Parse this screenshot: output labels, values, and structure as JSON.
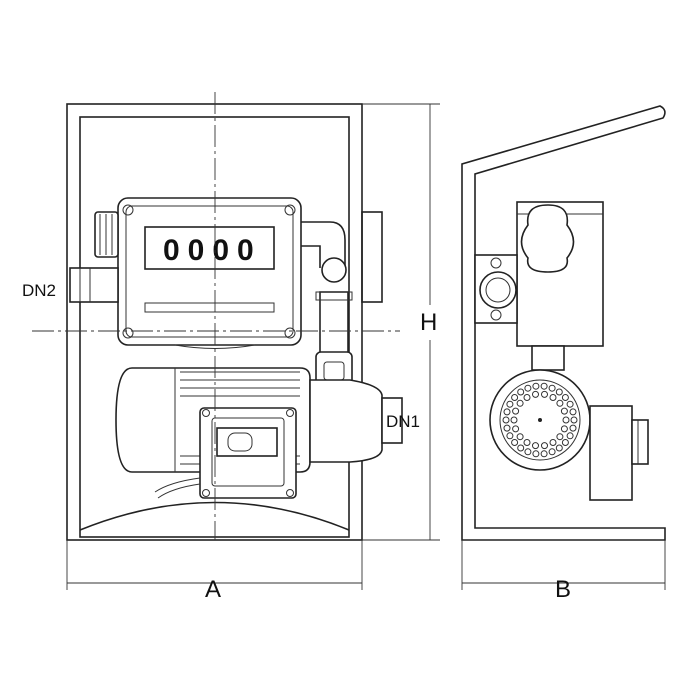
{
  "labels": {
    "width_front": "A",
    "width_side": "B",
    "height": "H",
    "inlet": "DN1",
    "outlet": "DN2"
  },
  "meter": {
    "reading": "0000"
  }
}
